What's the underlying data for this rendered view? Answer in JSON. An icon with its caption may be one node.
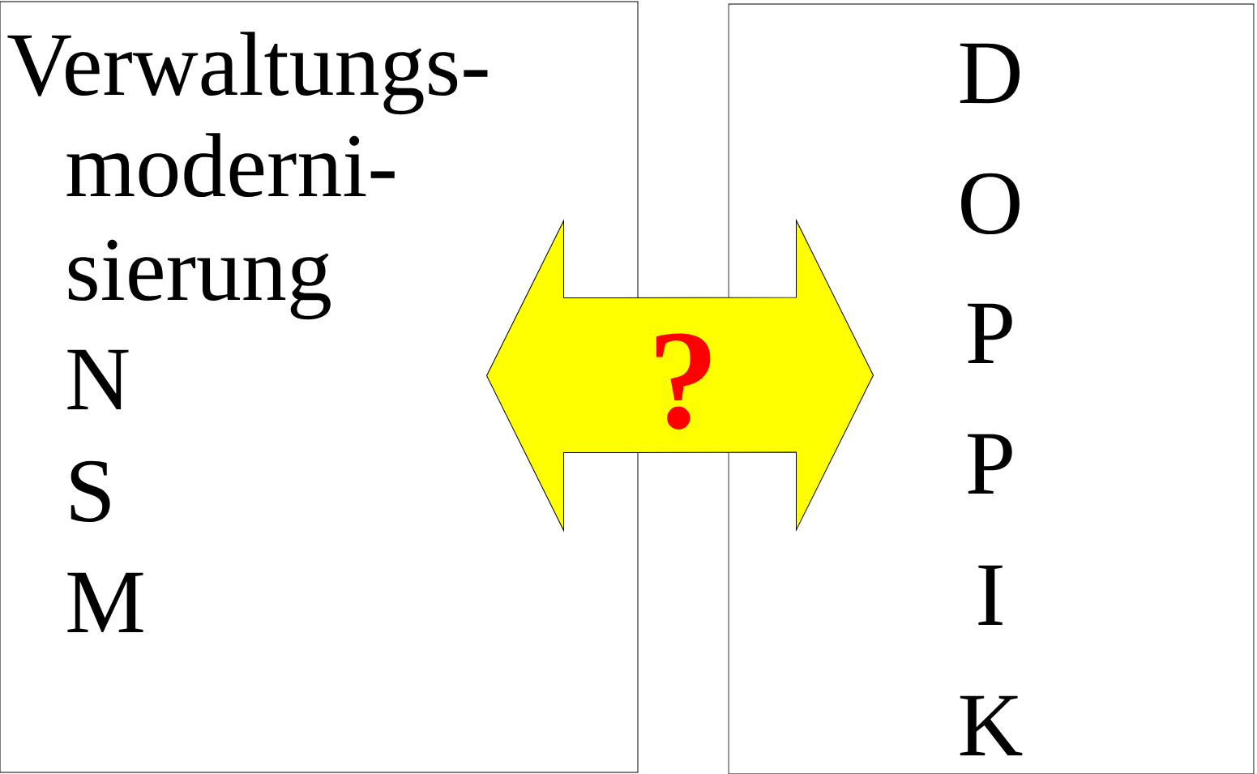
{
  "diagram": {
    "nodes": [
      {
        "text": [
          "Verwaltungs-",
          "moderni-",
          "sierung",
          "N",
          "S",
          "M"
        ]
      },
      {
        "text": [
          "D",
          "O",
          "P",
          "P",
          "I",
          "K"
        ]
      }
    ],
    "edges": [
      {
        "from": 0,
        "to": 1,
        "arrow": "both",
        "label": "?"
      }
    ]
  }
}
